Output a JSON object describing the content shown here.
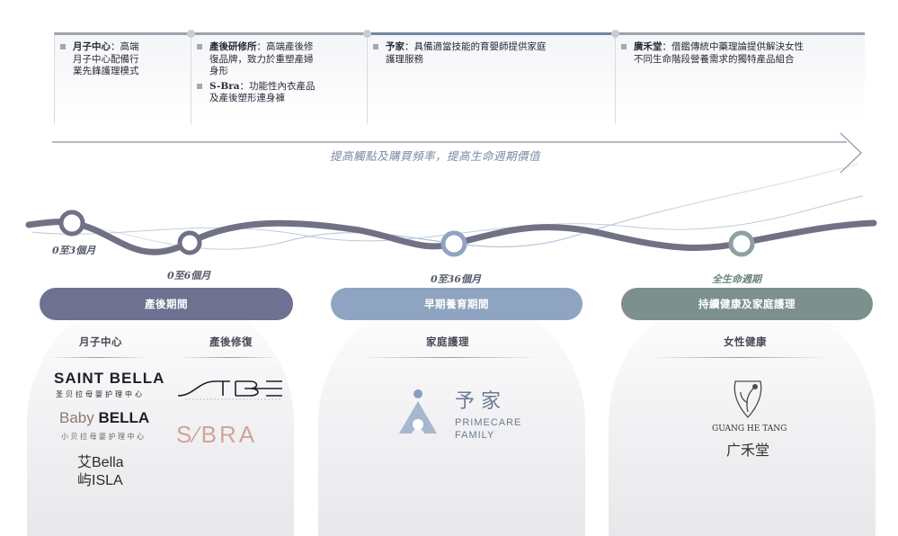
{
  "top_cards": [
    {
      "items": [
        {
          "name": "月子中心",
          "desc": "：高端月子中心配備行業先鋒護理模式",
          "lines": [
            "月子中心：高端",
            "月子中心配備行",
            "業先鋒護理模式"
          ]
        }
      ]
    },
    {
      "items": [
        {
          "lines": [
            "產後研修所：高端產後修",
            "復品牌，致力於重塑產婦",
            "身形"
          ]
        },
        {
          "lines": [
            "S-Bra：功能性內衣產品",
            "及產後塑形連身褲"
          ]
        }
      ]
    },
    {
      "items": [
        {
          "lines": [
            "予家：具備適當技能的育嬰師提供家庭",
            "護理服務"
          ]
        }
      ]
    },
    {
      "items": [
        {
          "lines": [
            "廣禾堂：借鑑傳統中藥理論提供解決女性",
            "不同生命階段營養需求的獨特產品組合"
          ]
        }
      ]
    }
  ],
  "bold_terms": [
    "月子中心",
    "產後研修所",
    "S-Bra",
    "予家",
    "廣禾堂"
  ],
  "arrow_caption": "提高觸點及購買頻率，提高生命週期價值",
  "ages": [
    "0至3個月",
    "0至6個月",
    "0至36個月",
    "全生命週期"
  ],
  "sections": [
    {
      "pill": "產後期間",
      "color": "#6f7191",
      "subheads": [
        "月子中心",
        "產後修復"
      ]
    },
    {
      "pill": "早期養育期間",
      "color": "#8fa4c0",
      "subheads": [
        "家庭護理"
      ]
    },
    {
      "pill": "持續健康及家庭護理",
      "color": "#7c908d",
      "subheads": [
        "女性健康"
      ]
    }
  ],
  "logos": {
    "saint_bella": "SAINT BELLA",
    "saint_bella_cn": "圣贝拉母婴护理中心",
    "baby_bella_1": "Baby",
    "baby_bella_2": "BELLA",
    "baby_bella_cn": "小贝拉母婴护理中心",
    "isla_1": "艾Bella",
    "isla_2": "屿ISLA",
    "stb": "STB",
    "sbra": "S⁄BRA",
    "primecare_cn": "予 家",
    "primecare_1": "PRIMECARE",
    "primecare_2": "FAMILY",
    "guanghetang_en": "GUANG HE TANG",
    "guanghetang_cn": "广禾堂"
  },
  "colors": {
    "timeline": "#707185",
    "node_fill": "#ffffff",
    "accent_blue": "#8fa4c0"
  }
}
